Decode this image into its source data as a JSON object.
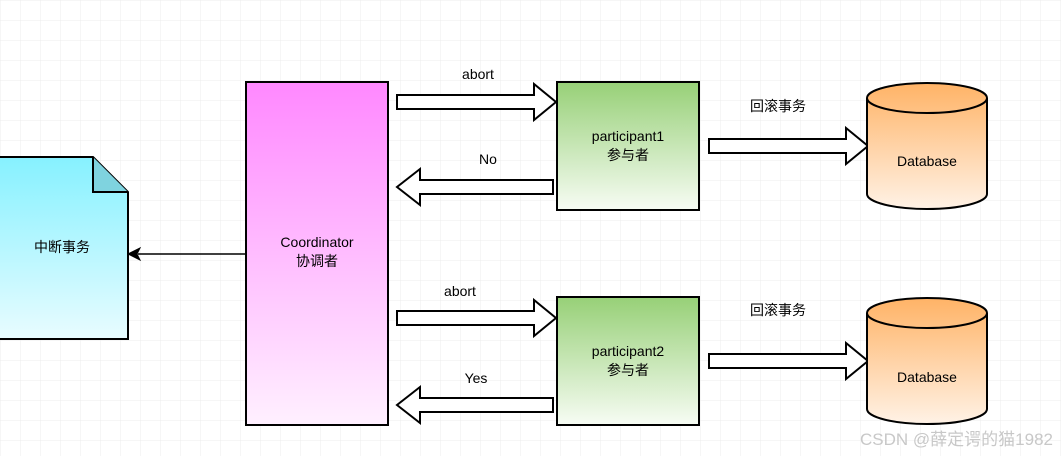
{
  "colors": {
    "grid": "#ececec",
    "stroke": "#000000",
    "coordinator_top": "#ff88ff",
    "coordinator_bottom": "#fff0ff",
    "participant_top": "#97d077",
    "participant_bottom": "#f7fcf4",
    "database_top": "#ffb366",
    "database_bottom": "#fff2e6",
    "document_top": "#86f1ff",
    "document_bottom": "#e8fcff"
  },
  "nodes": {
    "document": {
      "label": "中断事务"
    },
    "coordinator": {
      "label_line1": "Coordinator",
      "label_line2": "协调者"
    },
    "participant1": {
      "label_line1": "participant1",
      "label_line2": "参与者"
    },
    "participant2": {
      "label_line1": "participant2",
      "label_line2": "参与者"
    },
    "database1": {
      "label": "Database"
    },
    "database2": {
      "label": "Database"
    }
  },
  "edges": {
    "abort1": "abort",
    "no": "No",
    "rollback1": "回滚事务",
    "abort2": "abort",
    "yes": "Yes",
    "rollback2": "回滚事务"
  },
  "watermark": "CSDN @薛定谔的猫1982"
}
